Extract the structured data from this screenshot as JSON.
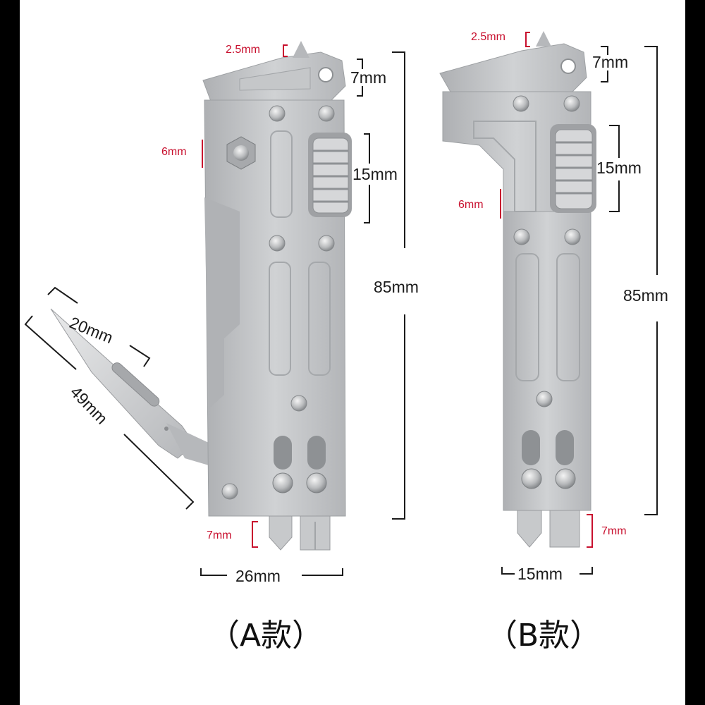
{
  "background_color": "#ffffff",
  "accent_color": "#c8102e",
  "tool_color": "#c2c4c6",
  "variant_a": {
    "caption": "（A款）",
    "tip_dim": "2.5mm",
    "jaw_dim": "7mm",
    "hex_dim": "6mm",
    "wheel_dim": "15mm",
    "length_dim": "85mm",
    "blade_tip_dim": "20mm",
    "blade_length_dim": "49mm",
    "bit_dim": "7mm",
    "width_dim": "26mm"
  },
  "variant_b": {
    "caption": "（B款）",
    "tip_dim": "2.5mm",
    "jaw_dim": "7mm",
    "wheel_dim": "15mm",
    "slot_dim": "6mm",
    "length_dim": "85mm",
    "bit_dim": "7mm",
    "width_dim": "15mm"
  }
}
